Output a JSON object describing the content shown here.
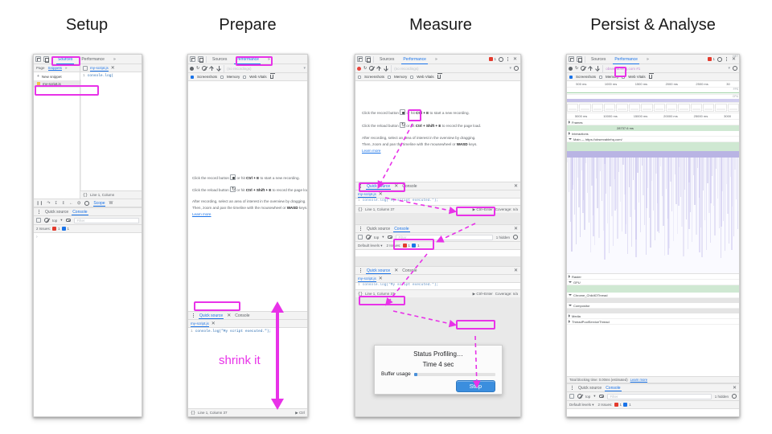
{
  "headings": [
    {
      "label": "Setup"
    },
    {
      "label": "Prepare"
    },
    {
      "label": "Measure"
    },
    {
      "label": "Persist & Analyse"
    }
  ],
  "accent_color": "#e832e8",
  "link_color": "#1a73e8",
  "devtools": {
    "tabs": {
      "sources": "Sources",
      "performance": "Performance",
      "more": "»"
    },
    "sources": {
      "subtabs": {
        "page": "Page",
        "snippets": "Snippets",
        "more": "»"
      },
      "new_snippet": "New snippet",
      "snippet_file": "my-script.js",
      "editor_tab": "my-script.js",
      "code_number": "1",
      "code_text": "console.log(",
      "code_text_full": "console.log(\"My script executed.\");",
      "code_string": "\"My script executed.\"",
      "code_tail": ");",
      "status_line": "Line 1, Column 37",
      "status_line_short": "Line 1, Column",
      "coverage": "Coverage: n/a",
      "run_shortcut": "Ctrl+Enter"
    },
    "debugbar": {
      "scope_tab": "Scope",
      "watch_tab": "W"
    },
    "drawer": {
      "quick_source": "Quick source",
      "console": "Console",
      "close": "✕",
      "context": "top",
      "filter_placeholder": "Filter",
      "hidden_count": "1 hidden",
      "default_levels": "Default levels",
      "issues": "2 Issues:",
      "error_count": "1",
      "info_count": "1",
      "prompt": "›"
    },
    "performance": {
      "no_recordings": "(no recordings)",
      "recording_name": "observablehq.com #1",
      "screenshots": "Screenshots",
      "memory": "Memory",
      "web_vitals": "Web Vitals",
      "hints": {
        "record_pre": "Click the record button",
        "record_post": "or hit",
        "record_keys": "Ctrl + E",
        "record_tail": "to start a new recording.",
        "reload_pre": "Click the reload button",
        "reload_post": "or hit",
        "reload_keys": "Ctrl + Shift + E",
        "reload_tail": "to record the page load.",
        "after_line1": "After recording, select an area of interest in the overview by dragging.",
        "after_line2_pre": "Then, zoom and pan the timeline with the mousewheel or",
        "after_line2_keys": "WASD",
        "after_line2_tail": "keys.",
        "learn_more": "Learn more"
      },
      "overview_ticks": [
        "500 ms",
        "1000 ms",
        "1500 ms",
        "2000 ms",
        "2500 ms",
        "30"
      ],
      "zoom_ticks": [
        "5000 ms",
        "10000 ms",
        "15000 ms",
        "20000 ms",
        "25000 ms",
        "3000"
      ],
      "band_labels": [
        "FPS",
        "CPU",
        "NET"
      ],
      "tracks": [
        {
          "label": "Frames",
          "value": "28737.6 ms"
        },
        {
          "label": "Interactions",
          "value": ""
        },
        {
          "label": "Main — https://observablehq.com/",
          "value": ""
        },
        {
          "label": "Raster",
          "value": ""
        },
        {
          "label": "GPU",
          "value": ""
        },
        {
          "label": "Chrome_ChildIOThread",
          "value": ""
        },
        {
          "label": "Compositor",
          "value": ""
        },
        {
          "label": "Media",
          "value": ""
        },
        {
          "label": "ThreadPoolServiceThread",
          "value": ""
        }
      ],
      "total_blocking": "Total blocking time: 0.00ms (estimated)",
      "total_blocking_link": "Learn more"
    },
    "status_dialog": {
      "status": "Status  Profiling…",
      "time": "Time  4 sec",
      "buffer_label": "Buffer usage",
      "stop_label": "Stop"
    }
  },
  "annotations": {
    "shrink_it": "shrink it"
  }
}
